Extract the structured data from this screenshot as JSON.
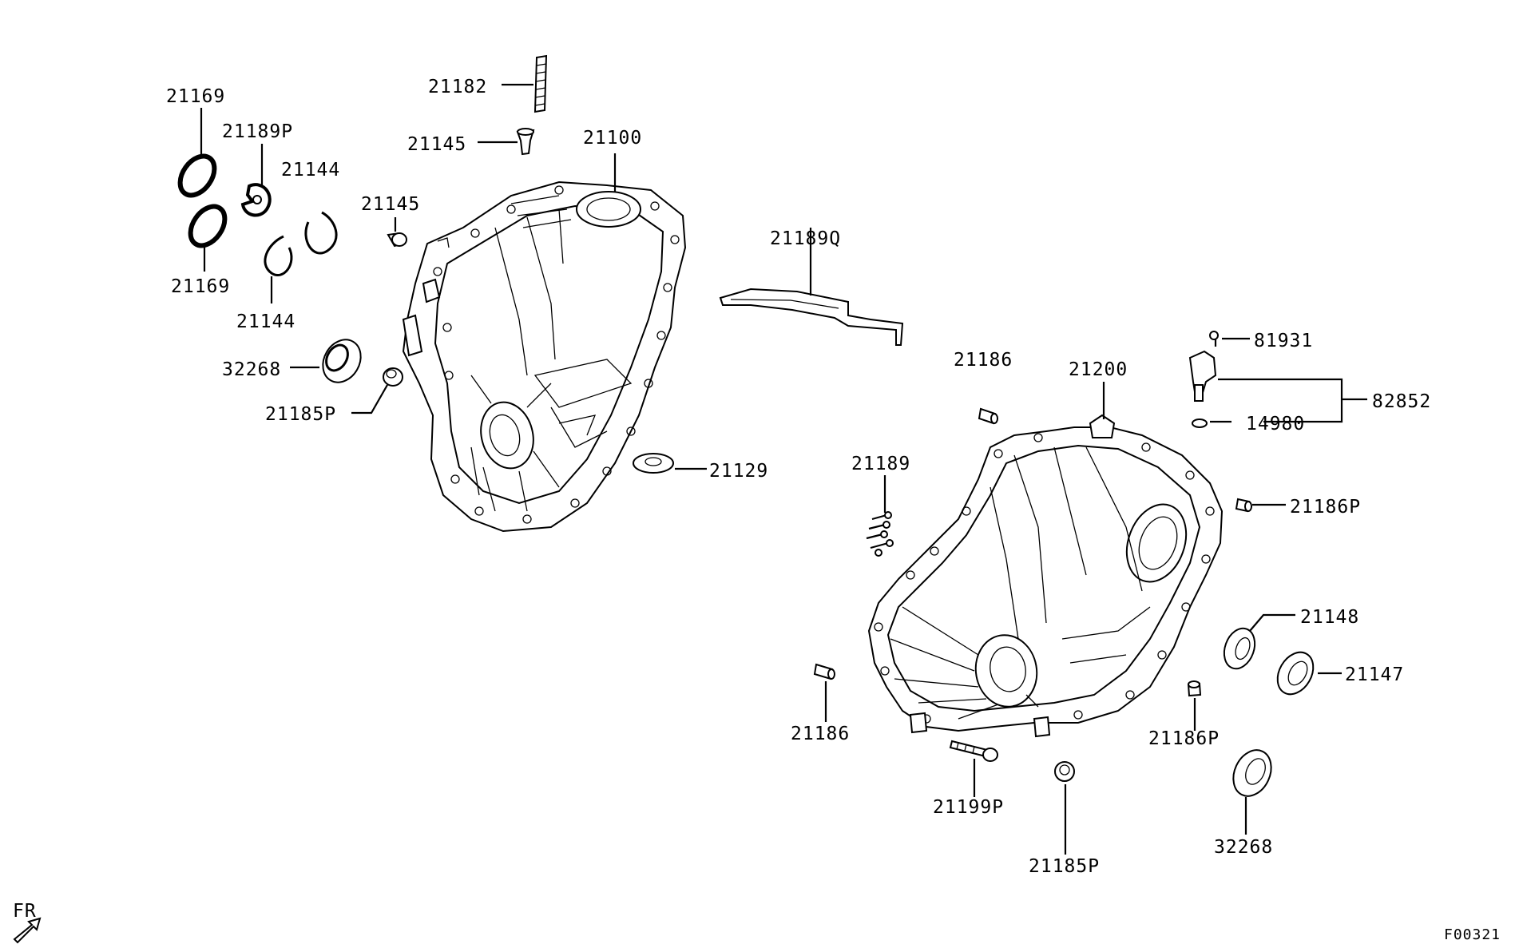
{
  "diagram": {
    "code": "F00321",
    "orientation": "FR",
    "part_labels": {
      "p21169a": "21169",
      "p21169b": "21169",
      "p21189P": "21189P",
      "p21144a": "21144",
      "p21144b": "21144",
      "p32268a": "32268",
      "p21185Pa": "21185P",
      "p21182": "21182",
      "p21145a": "21145",
      "p21145b": "21145",
      "p21100": "21100",
      "p21129": "21129",
      "p21189Q": "21189Q",
      "p21186a": "21186",
      "p21200": "21200",
      "p81931": "81931",
      "p82852": "82852",
      "p14980": "14980",
      "p21186Pa": "21186P",
      "p21189": "21189",
      "p21148": "21148",
      "p21147": "21147",
      "p21186b": "21186",
      "p21186Pb": "21186P",
      "p21199P": "21199P",
      "p21185Pb": "21185P",
      "p32268b": "32268"
    }
  }
}
